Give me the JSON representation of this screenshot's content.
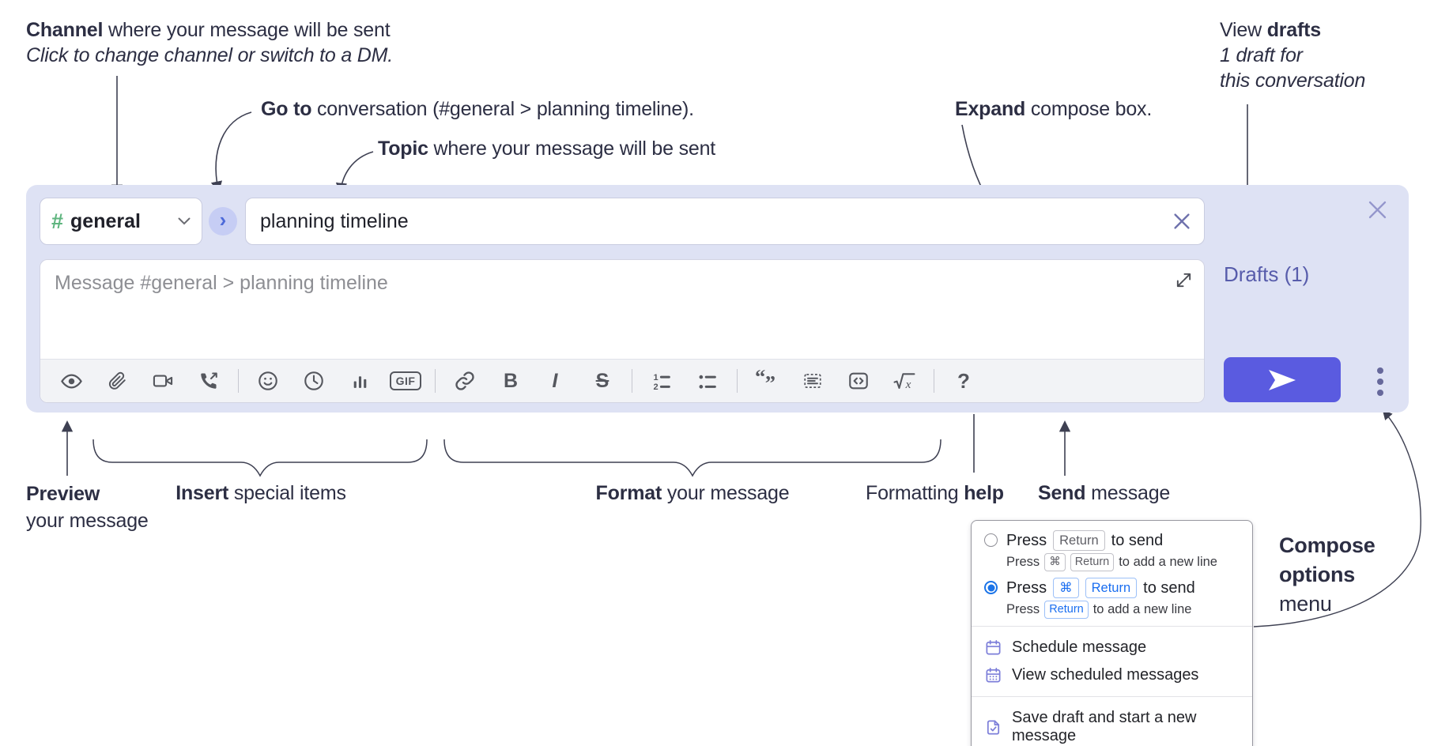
{
  "annotations": {
    "channel_line1_bold": "Channel",
    "channel_line1_rest": " where your message will be sent",
    "channel_line2": "Click to change channel or switch to a DM.",
    "goto_bold": "Go to",
    "goto_rest": " conversation (#general > planning timeline).",
    "topic_bold": "Topic",
    "topic_rest": " where your message will be sent",
    "expand_bold": "Expand",
    "expand_rest": " compose box.",
    "drafts_line1_pre": "View ",
    "drafts_line1_bold": "drafts",
    "drafts_line2": "1 draft for",
    "drafts_line3": "this conversation",
    "preview_bold": "Preview",
    "preview_line2": "your message",
    "insert_bold": "Insert",
    "insert_rest": " special items",
    "format_bold": "Format",
    "format_rest": " your message",
    "help_pre": "Formatting ",
    "help_bold": "help",
    "send_bold": "Send",
    "send_rest": " message",
    "compose_options_bold1": "Compose",
    "compose_options_bold2": "options",
    "compose_options_line3": "menu"
  },
  "compose": {
    "channel": {
      "hash": "#",
      "name": "general"
    },
    "goto_chevron": "›",
    "topic_value": "planning timeline",
    "message_placeholder": "Message #general > planning timeline",
    "drafts_link": "Drafts (1)",
    "gif_label": "GIF",
    "toolbar": [
      {
        "id": "preview",
        "icon": "eye"
      },
      {
        "id": "attachment",
        "icon": "paperclip"
      },
      {
        "id": "video-message",
        "icon": "video"
      },
      {
        "id": "audio-call",
        "icon": "phone"
      },
      {
        "divider": true
      },
      {
        "id": "emoji",
        "icon": "smiley"
      },
      {
        "id": "schedule",
        "icon": "clock"
      },
      {
        "id": "poll",
        "icon": "chart"
      },
      {
        "id": "gif",
        "icon": "gif"
      },
      {
        "divider": true
      },
      {
        "id": "link",
        "icon": "link"
      },
      {
        "id": "bold",
        "icon": "bold"
      },
      {
        "id": "italic",
        "icon": "italic"
      },
      {
        "id": "strikethrough",
        "icon": "strike"
      },
      {
        "divider": true
      },
      {
        "id": "ordered-list",
        "icon": "ol"
      },
      {
        "id": "bulleted-list",
        "icon": "ul"
      },
      {
        "divider": true
      },
      {
        "id": "quote",
        "icon": "quote"
      },
      {
        "id": "code-block",
        "icon": "codeblock"
      },
      {
        "id": "inline-code",
        "icon": "code"
      },
      {
        "id": "formula",
        "icon": "formula"
      },
      {
        "divider": true
      },
      {
        "id": "help",
        "icon": "help"
      }
    ]
  },
  "menu": {
    "option1": {
      "press": "Press",
      "key1": "Return",
      "suffix": "to send",
      "sub_press": "Press",
      "sub_key1": "⌘",
      "sub_key2": "Return",
      "sub_suffix": "to add a new line"
    },
    "option2": {
      "press": "Press",
      "key1": "⌘",
      "key2": "Return",
      "suffix": "to send",
      "sub_press": "Press",
      "sub_key1": "Return",
      "sub_suffix": "to add a new line"
    },
    "items": [
      {
        "label": "Schedule message"
      },
      {
        "label": "View scheduled messages"
      },
      {
        "label": "Save draft and start a new message"
      }
    ]
  },
  "colors": {
    "compose_bg": "#dee2f4",
    "send_button": "#5a5be0",
    "selected_blue": "#1a73e8",
    "keycap_blue": "#1a6ef0",
    "menu_icon_purple": "#7c7ed9",
    "channel_hash_green": "#5fb57f",
    "drafts_link": "#575cab"
  }
}
